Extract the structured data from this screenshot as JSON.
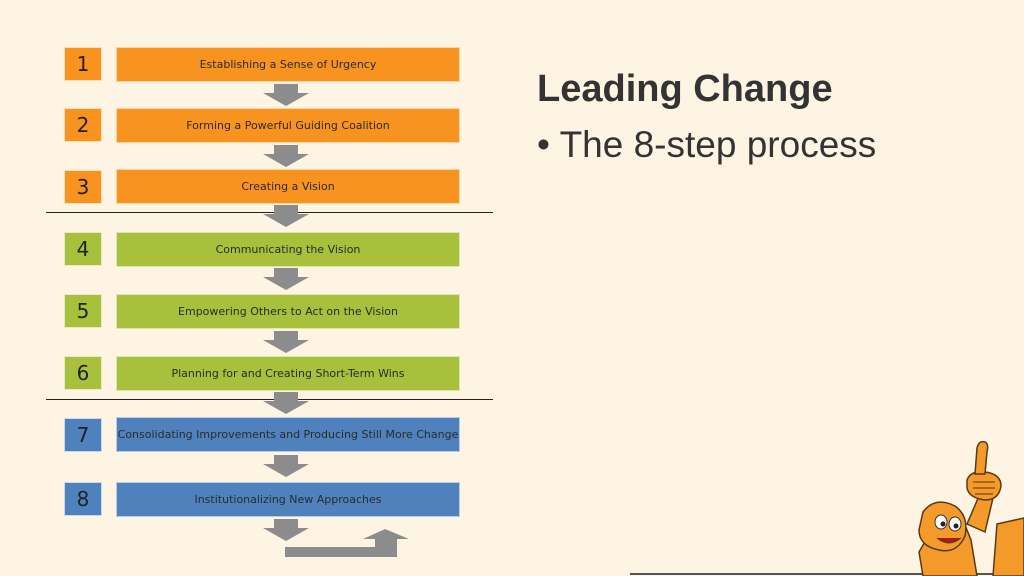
{
  "slide": {
    "title": "Leading Change",
    "subtitle": "• The 8-step process"
  },
  "steps": [
    {
      "number": "1",
      "label": "Establishing a Sense of Urgency",
      "color": "#F7931E"
    },
    {
      "number": "2",
      "label": "Forming a Powerful Guiding Coalition",
      "color": "#F7931E"
    },
    {
      "number": "3",
      "label": "Creating a Vision",
      "color": "#F7931E"
    },
    {
      "number": "4",
      "label": "Communicating the Vision",
      "color": "#A8C03B"
    },
    {
      "number": "5",
      "label": "Empowering Others to Act on the Vision",
      "color": "#A8C03B"
    },
    {
      "number": "6",
      "label": "Planning for and Creating Short-Term Wins",
      "color": "#A8C03B"
    },
    {
      "number": "7",
      "label": "Consolidating Improvements and Producing Still More Change",
      "color": "#4F81BD"
    },
    {
      "number": "8",
      "label": "Institutionalizing New Approaches",
      "color": "#4F81BD"
    }
  ],
  "icons": {
    "step_arrow": "down-arrow-icon",
    "loop_arrow": "return-arrow-icon",
    "mascot": "pointing-finger-mascot"
  }
}
